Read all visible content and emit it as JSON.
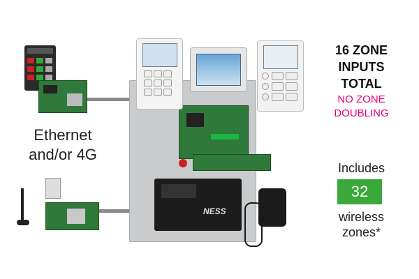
{
  "left_label_line1": "Ethernet",
  "left_label_line2": "and/or 4G",
  "right_heading_line1": "16 ZONE",
  "right_heading_line2": "INPUTS",
  "right_heading_line3": "TOTAL",
  "pink_line1": "NO ZONE",
  "pink_line2": "DOUBLING",
  "includes_label": "Includes",
  "wireless_count": "32",
  "wireless_line1": "wireless",
  "wireless_line2": "zones*",
  "battery_brand": "NESS",
  "colors": {
    "accent_pink": "#e6007e",
    "badge_green": "#3aa83a",
    "pcb_green": "#2f7a3a"
  }
}
